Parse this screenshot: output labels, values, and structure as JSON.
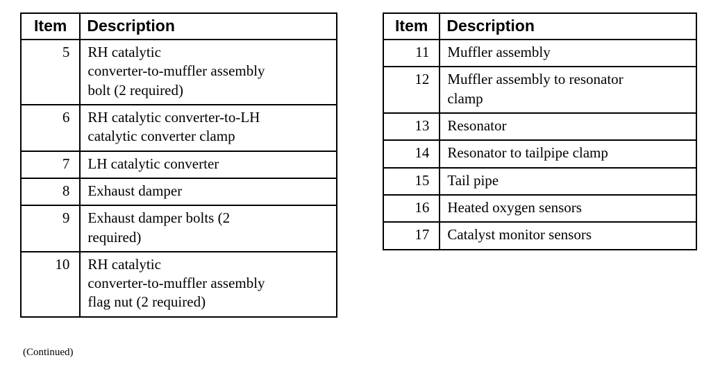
{
  "tables": [
    {
      "id": "left",
      "headers": {
        "item": "Item",
        "description": "Description"
      },
      "rows": [
        {
          "item": "5",
          "description": "RH catalytic\nconverter-to-muffler assembly\nbolt (2 required)"
        },
        {
          "item": "6",
          "description": "RH catalytic converter-to-LH\ncatalytic converter clamp"
        },
        {
          "item": "7",
          "description": "LH catalytic converter"
        },
        {
          "item": "8",
          "description": "Exhaust damper"
        },
        {
          "item": "9",
          "description": "Exhaust damper bolts (2\nrequired)"
        },
        {
          "item": "10",
          "description": "RH catalytic\nconverter-to-muffler assembly\nflag nut (2 required)"
        }
      ]
    },
    {
      "id": "right",
      "headers": {
        "item": "Item",
        "description": "Description"
      },
      "rows": [
        {
          "item": "11",
          "description": "Muffler assembly"
        },
        {
          "item": "12",
          "description": "Muffler assembly to resonator\nclamp"
        },
        {
          "item": "13",
          "description": "Resonator"
        },
        {
          "item": "14",
          "description": "Resonator to tailpipe clamp"
        },
        {
          "item": "15",
          "description": "Tail pipe"
        },
        {
          "item": "16",
          "description": "Heated oxygen sensors"
        },
        {
          "item": "17",
          "description": "Catalyst monitor sensors"
        }
      ]
    }
  ],
  "footnote": {
    "continued_label": "(Continued)"
  },
  "colors": {
    "text": "#000000",
    "border": "#000000",
    "background": "#ffffff"
  }
}
